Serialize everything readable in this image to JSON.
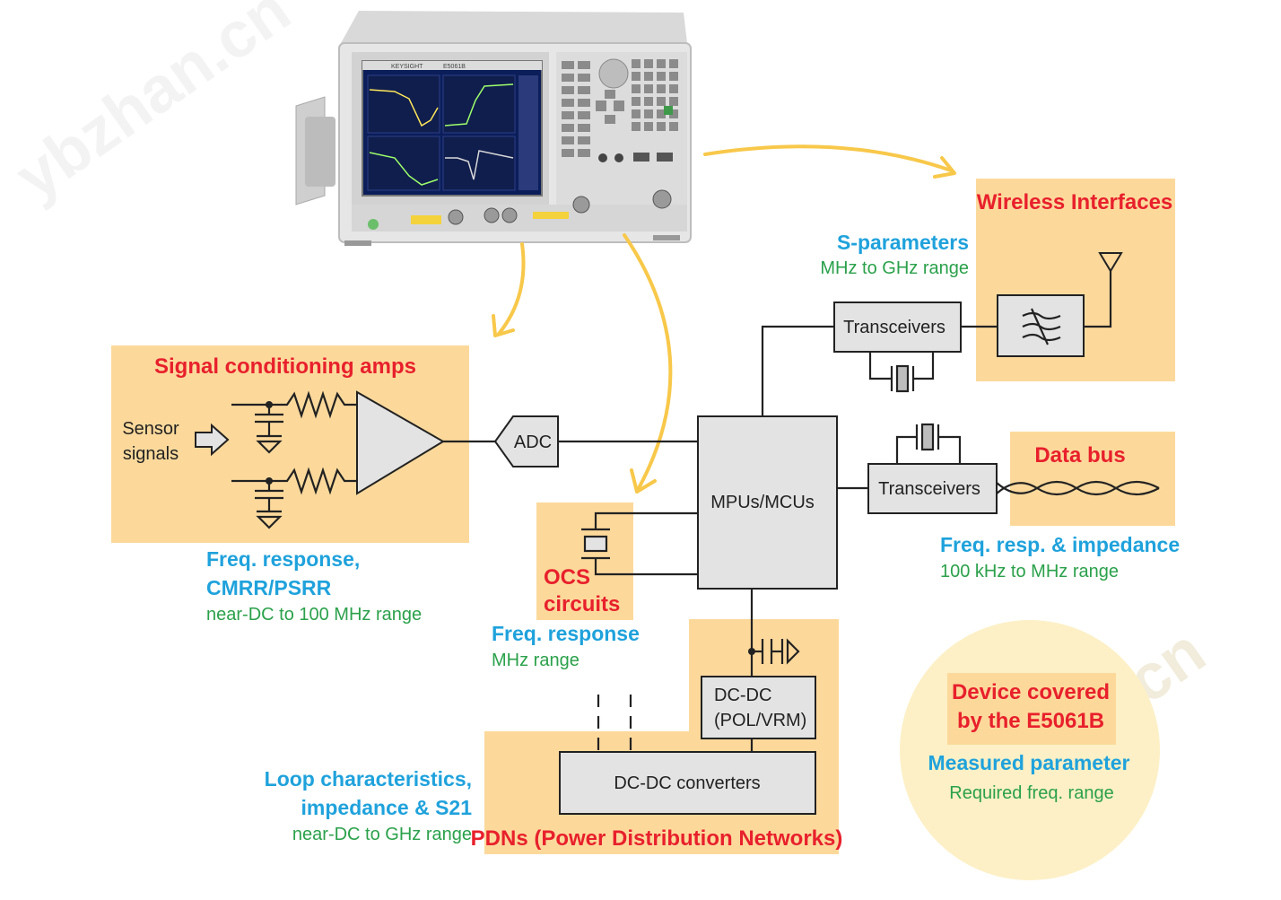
{
  "watermark": "ybzhan.cn",
  "instrument": {
    "brand": "KEYSIGHT",
    "model": "E5061B"
  },
  "zones": {
    "signal_conditioning": {
      "title": "Signal conditioning amps",
      "input_label_1": "Sensor",
      "input_label_2": "signals",
      "param": "Freq. response,",
      "param2": "CMRR/PSRR",
      "range": "near-DC to 100 MHz range"
    },
    "wireless": {
      "title": "Wireless Interfaces",
      "param": "S-parameters",
      "range": "MHz to GHz range"
    },
    "data_bus": {
      "title": "Data bus",
      "param": "Freq. resp. & impedance",
      "range": "100 kHz to MHz range"
    },
    "ocs": {
      "title_1": "OCS",
      "title_2": "circuits",
      "param": "Freq. response",
      "range": "MHz range"
    },
    "pdn": {
      "title": "PDNs (Power Distribution Networks)",
      "param": "Loop characteristics,",
      "param2": "impedance & S21",
      "range": "near-DC to GHz range"
    }
  },
  "blocks": {
    "adc": "ADC",
    "mcu": "MPUs/MCUs",
    "transceivers_top": "Transceivers",
    "transceivers_mid": "Transceivers",
    "dcdc_pol_1": "DC-DC",
    "dcdc_pol_2": "(POL/VRM)",
    "dcdc_converters": "DC-DC converters"
  },
  "legend": {
    "device_1": "Device covered",
    "device_2": "by the E5061B",
    "measured": "Measured parameter",
    "required": "Required freq. range"
  },
  "colors": {
    "zone_fill": "#fcd99b",
    "title_red": "#e8202c",
    "param_blue": "#1fa2dc",
    "range_green": "#2aa14a",
    "arrow_yellow": "#f8c84a",
    "legend_circle": "#fdf0c6",
    "block_gray": "#e3e3e3"
  }
}
